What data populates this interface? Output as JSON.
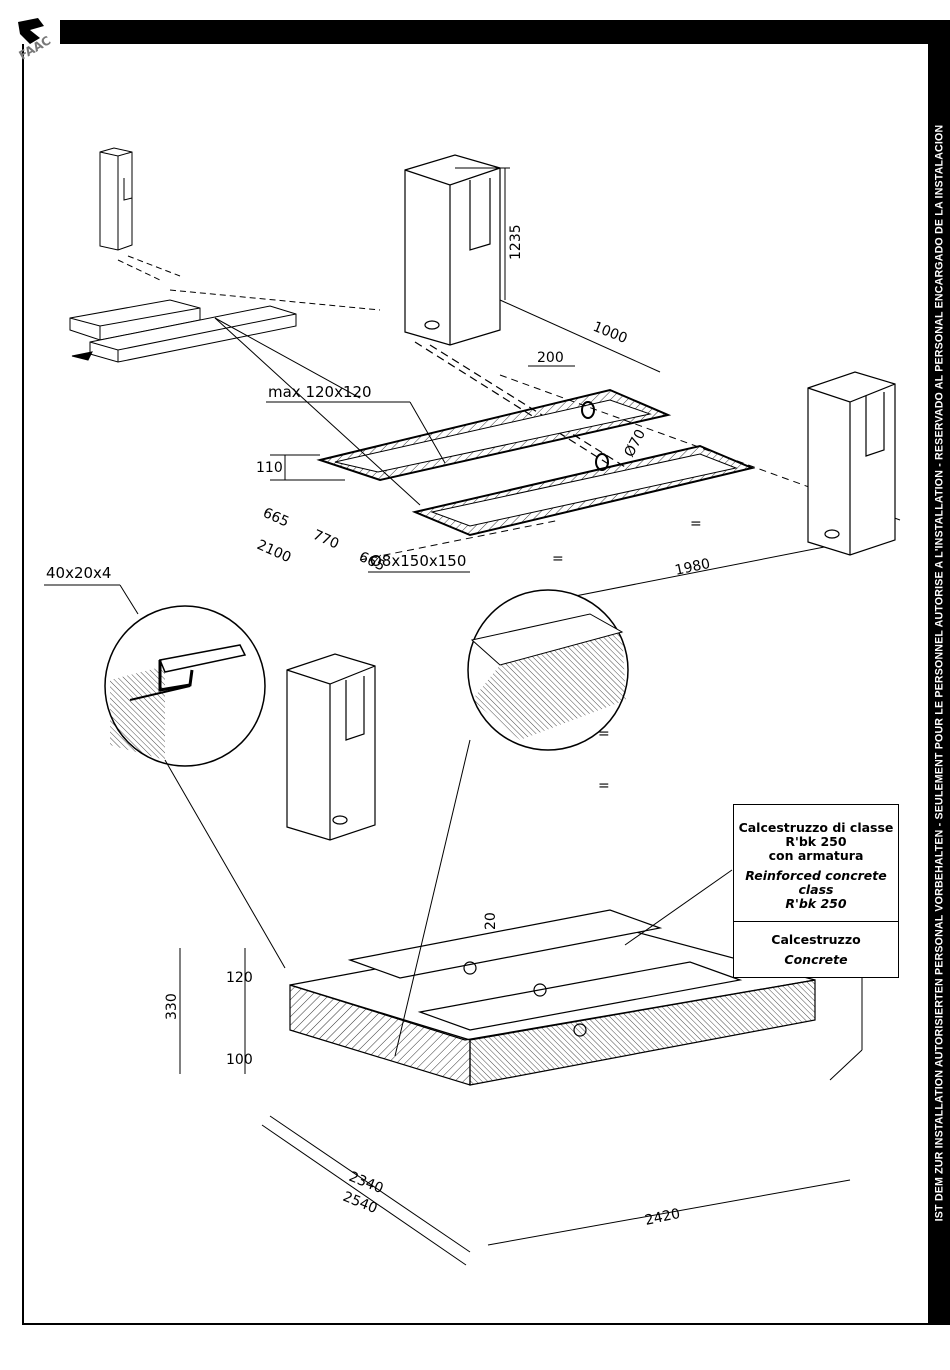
{
  "header": {
    "logo_text": "FAAC",
    "sidebar_notice": "IST DEM ZUR INSTALLATION AUTORISIERTEN PERSONAL VORBEHALTEN - SEULEMENT POUR LE PERSONNEL AUTORISE A L'INSTALLATION - RESERVADO AL PERSONAL ENCARGADO DE LA INSTALACION"
  },
  "top_drawing": {
    "label_max": "max  120x120",
    "dim_1235": "1235",
    "dim_1000": "1000",
    "dim_200": "200",
    "dim_diam70": "Ø70",
    "dim_110": "110",
    "dim_665a": "665",
    "dim_770": "770",
    "dim_665b": "665",
    "dim_2100": "2100",
    "dim_1980": "1980",
    "eq": "="
  },
  "bottom_drawing": {
    "label_angle": "40x20x4",
    "label_mesh": "Ø8x150x150",
    "dim_20": "20",
    "dim_330": "330",
    "dim_120": "120",
    "dim_100": "100",
    "dim_2340": "2340",
    "dim_2540": "2540",
    "dim_2420": "2420",
    "eq": "="
  },
  "legend": {
    "it_line1": "Calcestruzzo di classe",
    "it_line2": "R'bk 250",
    "it_line3": "con armatura",
    "en_line1": "Reinforced concrete",
    "en_line2": "class",
    "en_line3": "R'bk 250",
    "it_plain": "Calcestruzzo",
    "en_plain": "Concrete"
  }
}
